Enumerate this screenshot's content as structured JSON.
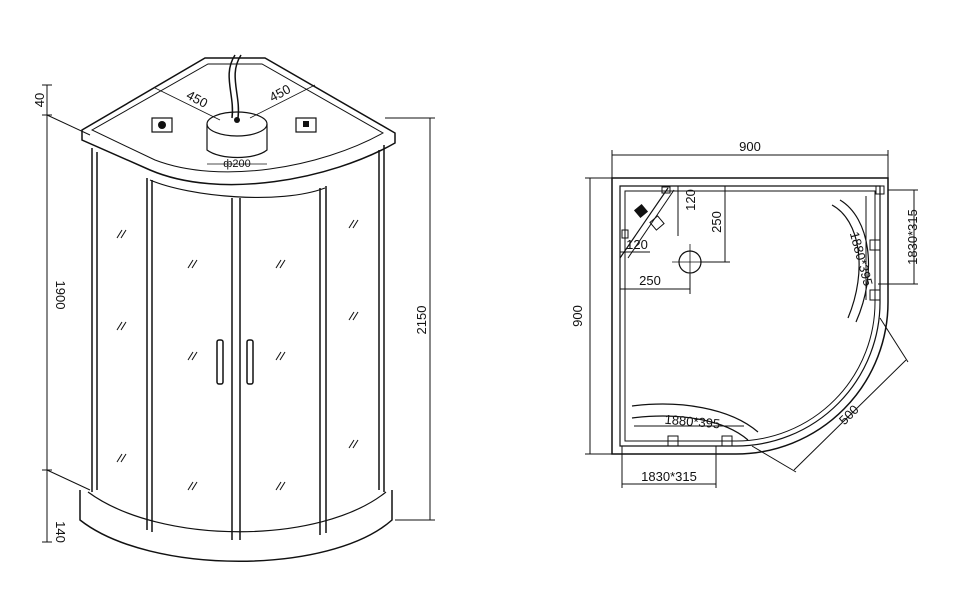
{
  "left_view": {
    "dims": {
      "top_offset": "40",
      "wall_height": "1900",
      "total_height": "2150",
      "tray_height": "140",
      "wall_left": "450",
      "wall_right": "450",
      "shower_head_diameter": "ф200"
    }
  },
  "right_view": {
    "dims": {
      "width": "900",
      "depth": "900",
      "offset_x_small": "120",
      "offset_y_small": "120",
      "drain_offset_y": "250",
      "drain_offset_x": "250",
      "radius": "500",
      "glass_curved_right": "1880*395",
      "glass_curved_bottom": "1880*395",
      "glass_flat_right": "1830*315",
      "glass_flat_bottom": "1830*315"
    }
  }
}
